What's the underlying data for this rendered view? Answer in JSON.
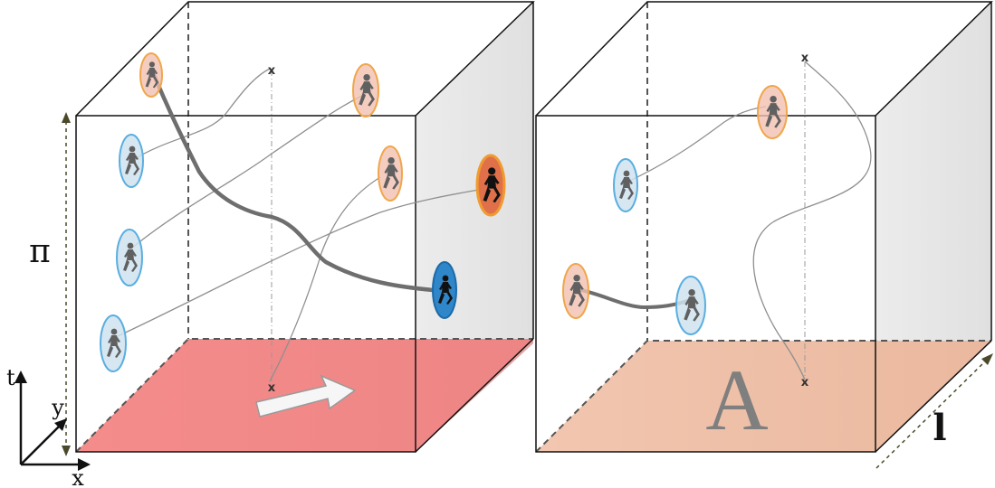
{
  "labels": {
    "time_period": "π",
    "action": "A",
    "length": "l",
    "axis_t": "t",
    "axis_y": "y",
    "axis_x": "x",
    "anchor_marker": "x"
  },
  "colors": {
    "floor_left": "#f07b7b",
    "floor_right": "#e8a98a",
    "side_face": "#e4e4e4",
    "halo_blue": "#5aaee0",
    "fill_blue": "#cfe3f0",
    "halo_orange": "#f0a64a",
    "fill_orange": "#f2c0b0",
    "link_red": "#e01515",
    "figure_gray": "#606060",
    "figure_dark": "#111111"
  },
  "icons": {
    "agent": "walking-person-icon",
    "direction": "arrow-right-icon"
  }
}
